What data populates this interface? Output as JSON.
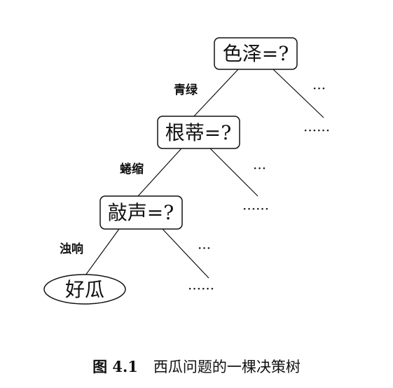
{
  "nodes": {
    "root": "色泽=?",
    "level2": "根蒂=?",
    "level3": "敲声=?",
    "leaf": "好瓜"
  },
  "edges": {
    "root_left": "青绿",
    "level2_left": "蜷缩",
    "level3_left": "浊响"
  },
  "ellipses": {
    "short": "···",
    "long": "······"
  },
  "caption": {
    "label": "图 4.1",
    "text": "西瓜问题的一棵决策树"
  }
}
